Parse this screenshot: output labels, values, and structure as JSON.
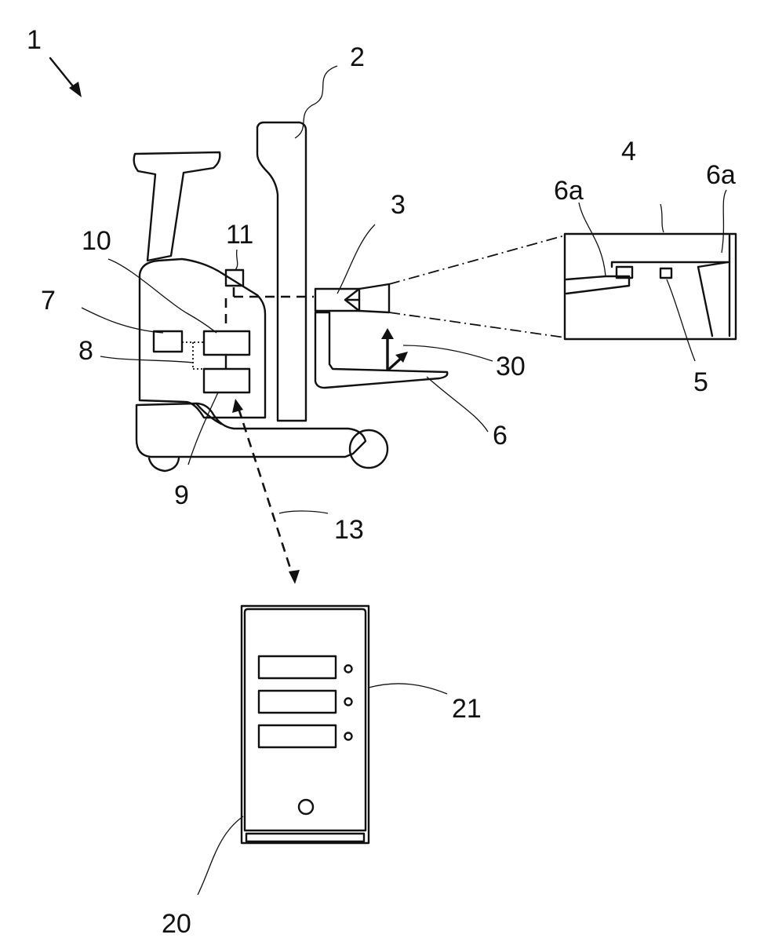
{
  "labels": {
    "device_1": "1",
    "mast_2": "2",
    "sensor_3": "3",
    "detail_4": "4",
    "sensor_5": "5",
    "fork_6": "6",
    "fork_tip_6a_left": "6a",
    "fork_tip_6a_right": "6a",
    "unit_7": "7",
    "link_8": "8",
    "unit_9": "9",
    "unit_10": "10",
    "unit_11": "11",
    "wireless_13": "13",
    "server_20": "20",
    "server_panel_21": "21",
    "arrows_30": "30"
  }
}
